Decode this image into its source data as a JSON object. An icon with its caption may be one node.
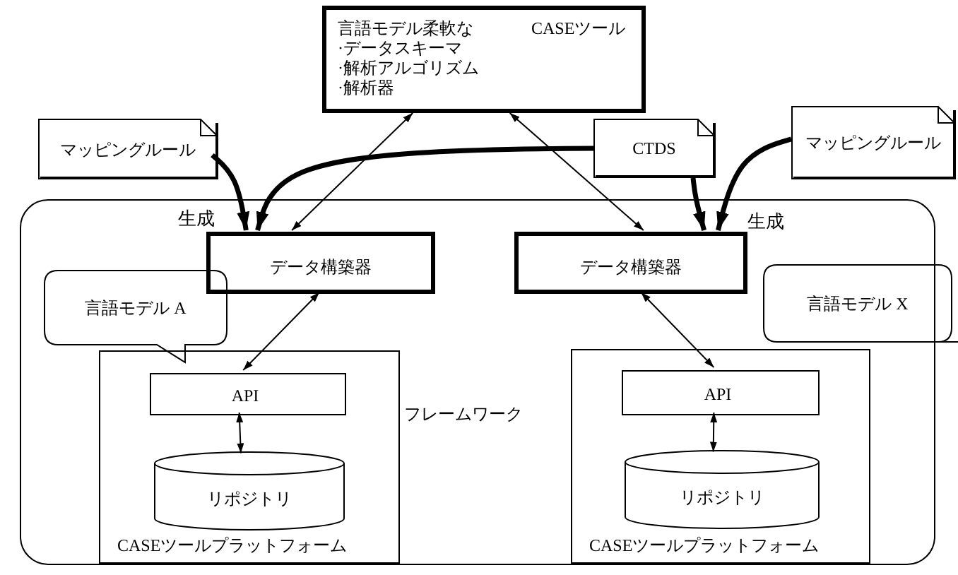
{
  "diagram": {
    "nodes": [
      {
        "text": [
          "言語モデル柔軟な",
          "·データスキーマ",
          "·解析アルゴリズム",
          "·解析器",
          "CASEツール"
        ]
      },
      {
        "text": [
          "CTDS"
        ]
      },
      {
        "text": [
          "マッピングルール"
        ]
      },
      {
        "text": [
          "マッピングルール"
        ]
      },
      {
        "text": [
          "フレームワーク"
        ]
      },
      {
        "text": [
          "データ構築器"
        ],
        "in": 4
      },
      {
        "text": [
          "データ構築器"
        ],
        "in": 4
      },
      {
        "text": [
          "言語モデル A"
        ],
        "in": 4
      },
      {
        "text": [
          "CASEツールプラットフォーム"
        ],
        "in": 4
      },
      {
        "text": [
          "API"
        ],
        "in": 8
      },
      {
        "text": [
          "リポジトリ"
        ],
        "in": 8
      },
      {
        "text": [
          "言語モデル X"
        ]
      },
      {
        "text": [
          "CASEツールプラットフォーム"
        ],
        "in": 4
      },
      {
        "text": [
          "API"
        ],
        "in": 12
      },
      {
        "text": [
          "リポジトリ"
        ],
        "in": 12
      }
    ],
    "edges": [
      {
        "from": 2,
        "to": 5,
        "arrow": "to",
        "style": "thick",
        "label": "生成"
      },
      {
        "from": 1,
        "to": 5,
        "arrow": "to",
        "style": "thick"
      },
      {
        "from": 1,
        "to": 6,
        "arrow": "to",
        "style": "thick"
      },
      {
        "from": 3,
        "to": 6,
        "arrow": "to",
        "style": "thick",
        "label": "生成"
      },
      {
        "from": 0,
        "to": 5,
        "arrow": "both"
      },
      {
        "from": 0,
        "to": 6,
        "arrow": "both"
      },
      {
        "from": 5,
        "to": 9,
        "arrow": "both"
      },
      {
        "from": 9,
        "to": 10,
        "arrow": "both"
      },
      {
        "from": 6,
        "to": 13,
        "arrow": "both"
      },
      {
        "from": 13,
        "to": 14,
        "arrow": "both"
      }
    ]
  }
}
